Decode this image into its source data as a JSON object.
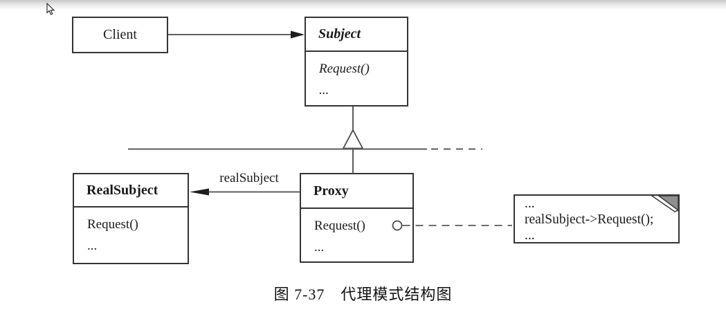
{
  "figure": {
    "caption": "图 7-37　代理模式结构图"
  },
  "classes": {
    "client": {
      "name": "Client"
    },
    "subject": {
      "name": "Subject",
      "methods": [
        "Request()",
        "..."
      ]
    },
    "real_subject": {
      "name": "RealSubject",
      "methods": [
        "Request()",
        "..."
      ]
    },
    "proxy": {
      "name": "Proxy",
      "methods": [
        "Request()",
        "..."
      ]
    }
  },
  "relations": {
    "proxy_to_realsubject_label": "realSubject"
  },
  "note": {
    "lines": [
      "...",
      "realSubject->Request();",
      "..."
    ]
  },
  "colors": {
    "line": "#4a4a4a",
    "box_border": "#333333",
    "note_fold_fill": "#8f8f8f",
    "background": "#ffffff",
    "top_band": "#c9c9c9"
  }
}
